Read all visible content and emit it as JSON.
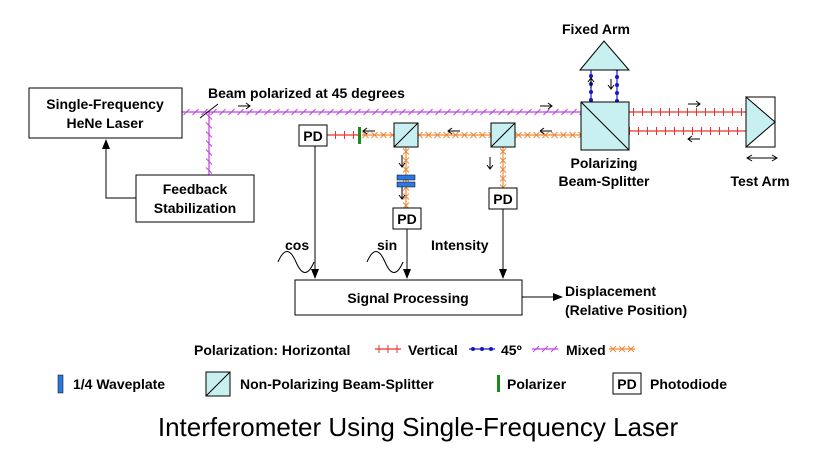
{
  "labels": {
    "laser_line1": "Single-Frequency",
    "laser_line2": "HeNe Laser",
    "beam_label": "Beam polarized at 45 degrees",
    "fixed_arm": "Fixed  Arm",
    "pbs_line1": "Polarizing",
    "pbs_line2": "Beam-Splitter",
    "test_arm": "Test Arm",
    "feedback_line1": "Feedback",
    "feedback_line2": "Stabilization",
    "pd": "PD",
    "cos": "cos",
    "sin": "sin",
    "intensity": "Intensity",
    "signal_processing": "Signal  Processing",
    "displacement_line1": "Displacement",
    "displacement_line2": "(Relative Position)"
  },
  "legend": {
    "polarization_prefix": "Polarization: Horizontal",
    "vertical": "Vertical",
    "deg45": "45º",
    "mixed": "Mixed",
    "waveplate": "1/4 Waveplate",
    "npbs": "Non-Polarizing Beam-Splitter",
    "polarizer": "Polarizer",
    "pd_symbol": "PD",
    "photodiode": "Photodiode"
  },
  "title": "Interferometer Using Single-Frequency Laser",
  "colors": {
    "horizontal": "#e8342c",
    "vertical": "#1616c8",
    "deg45": "#c040e0",
    "mixed": "#f08a3a",
    "optic_fill": "#c8f0f0",
    "polarizer": "#1a8a1a",
    "waveplate": "#2a78e0"
  }
}
